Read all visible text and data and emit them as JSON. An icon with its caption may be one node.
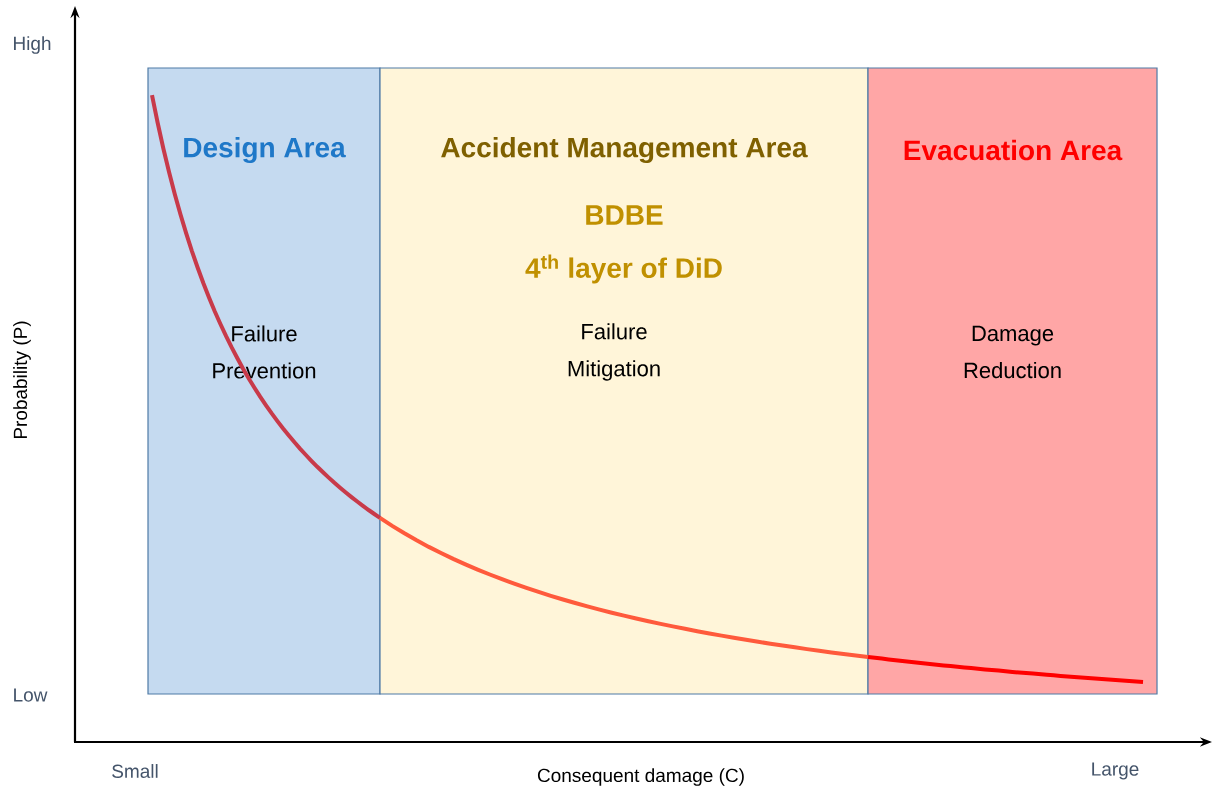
{
  "diagram": {
    "nodes": [
      {
        "text": [
          "Design Area",
          "Failure Prevention"
        ]
      },
      {
        "text": [
          "Accident Management Area",
          "BDBE",
          "4$^{th}$ layer of DiD",
          "Failure Mitigation"
        ]
      },
      {
        "text": [
          "Evacuation Area",
          "Damage Reduction"
        ]
      }
    ],
    "labels": [
      "High",
      "Probability (P)",
      "Low",
      "Small",
      "Consequent damage (C)",
      "Large"
    ]
  }
}
